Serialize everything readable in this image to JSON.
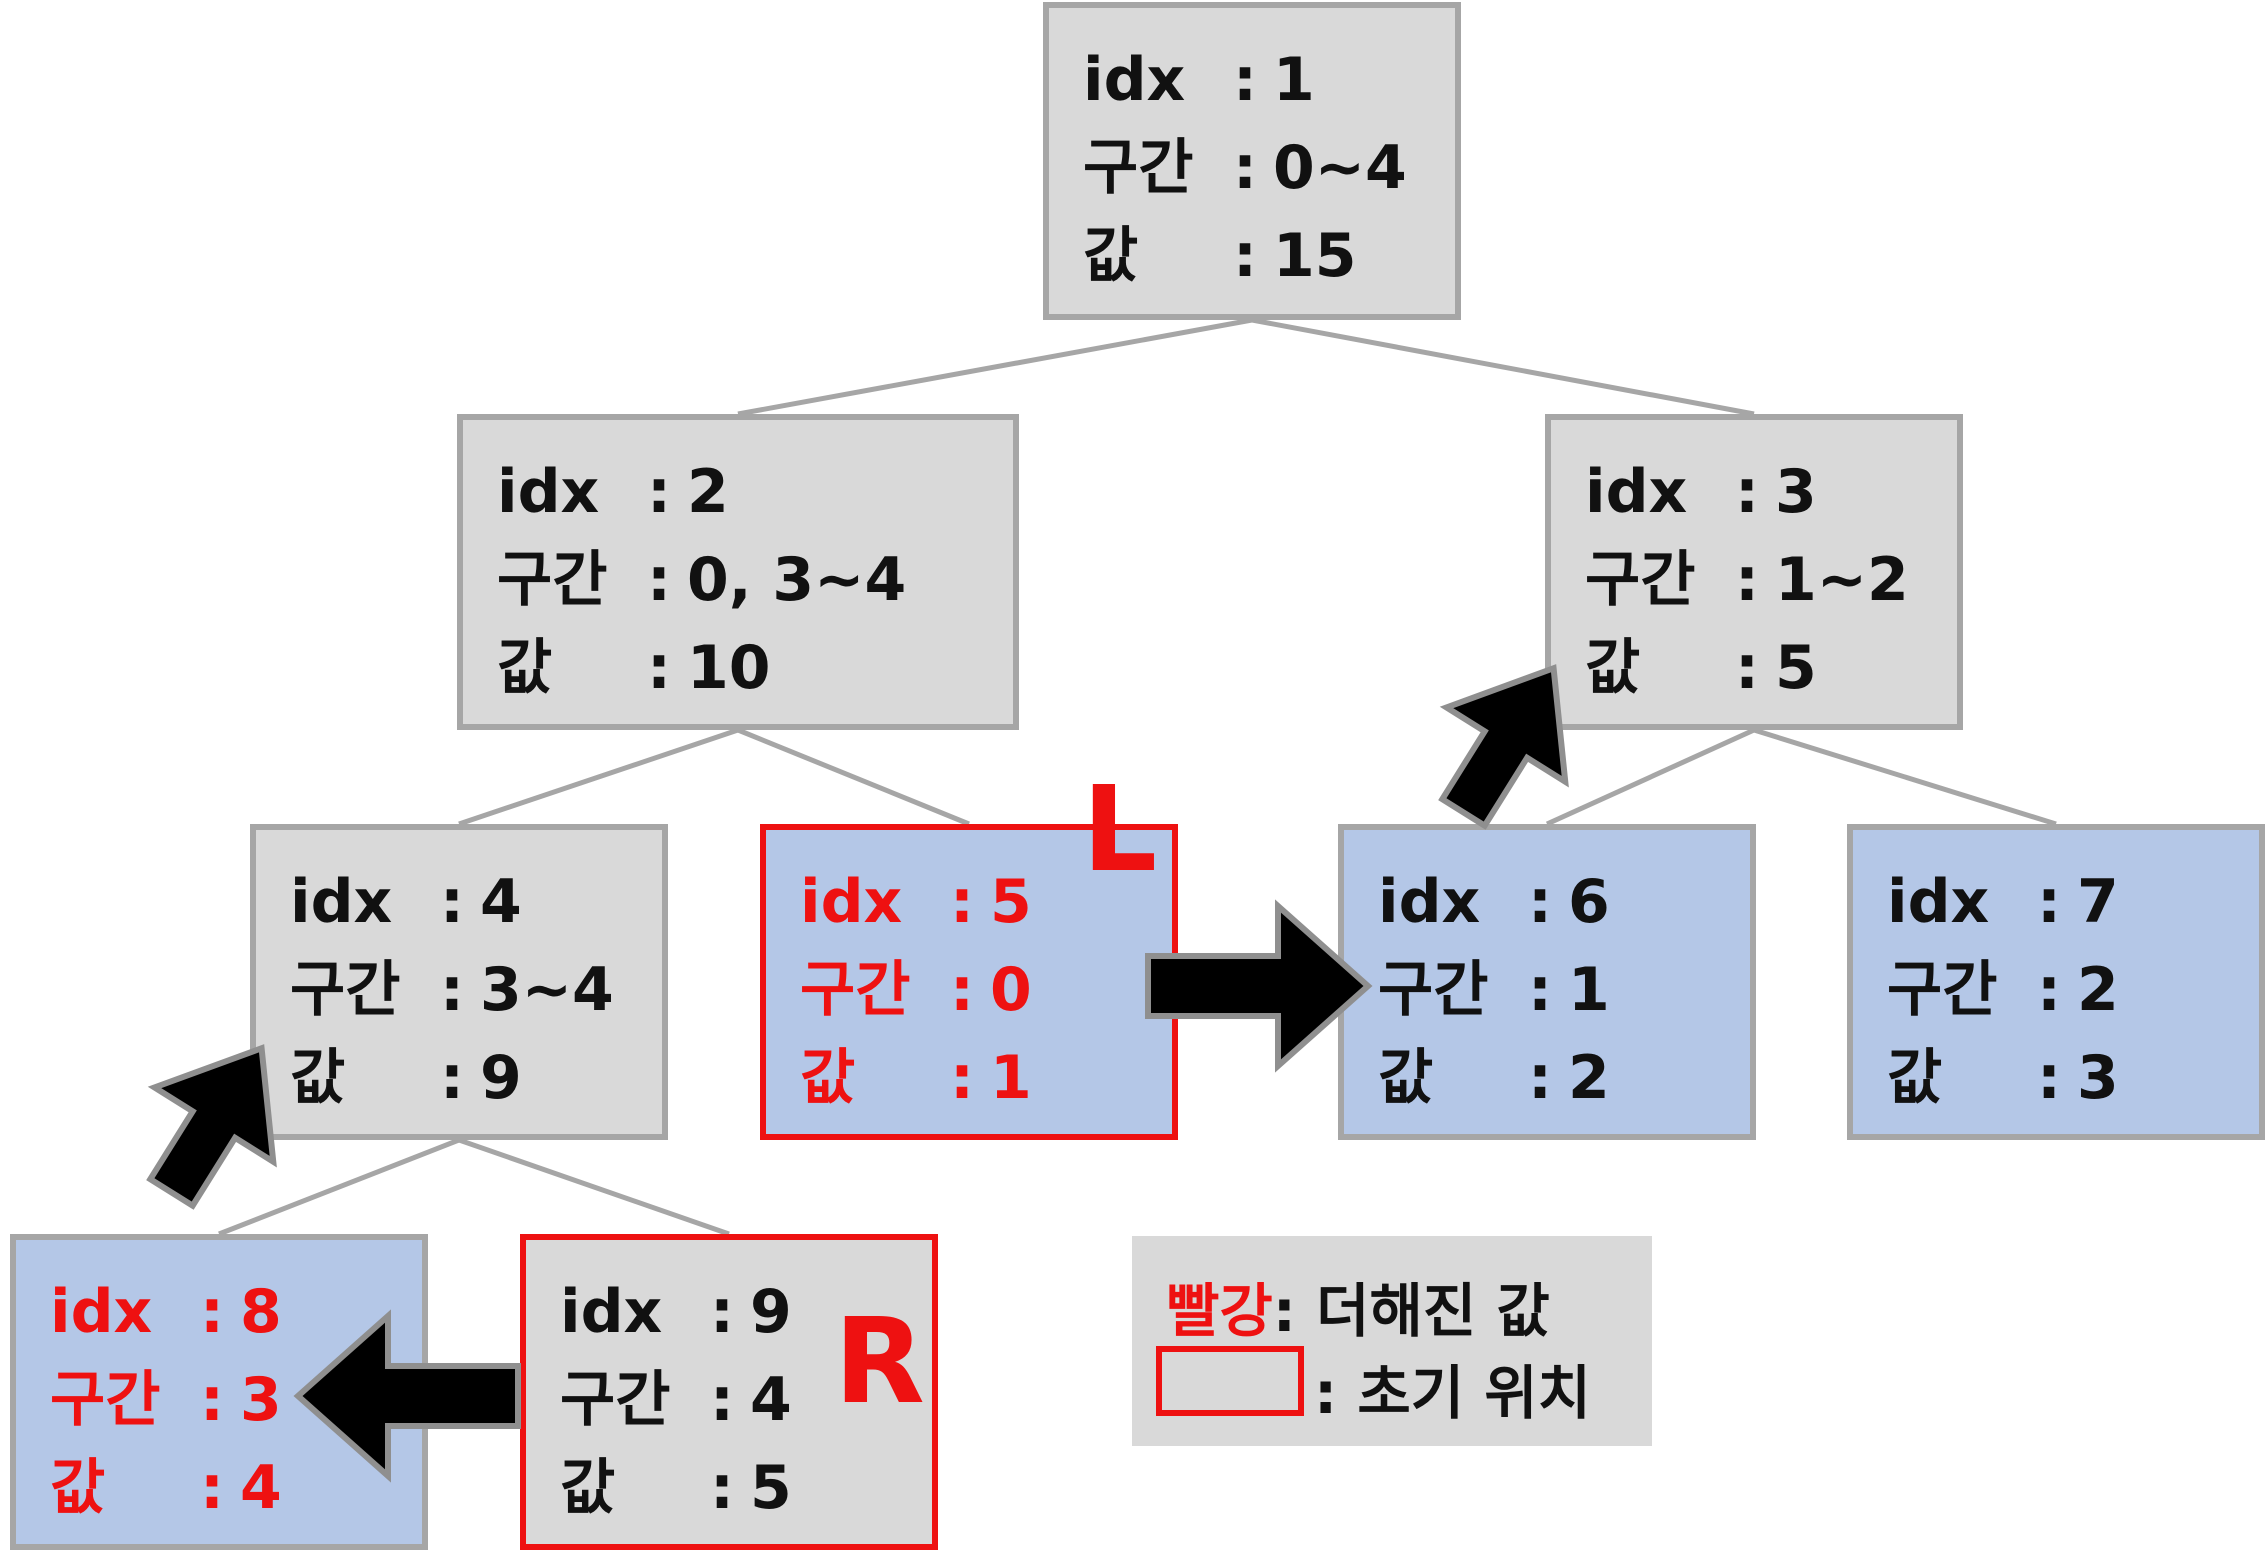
{
  "colors": {
    "gray_node": "#d9d9d9",
    "blue_node": "#b4c7e7",
    "border": "#a6a6a6",
    "red": "#ee1111",
    "arrow": "#000000"
  },
  "nodes": [
    {
      "idx_label": "idx",
      "idx": "1",
      "range_label": "구간",
      "range": "0~4",
      "value_label": "값",
      "value": "15",
      "style": "gray"
    },
    {
      "idx_label": "idx",
      "idx": "2",
      "range_label": "구간",
      "range": "0, 3~4",
      "value_label": "값",
      "value": "10",
      "style": "gray"
    },
    {
      "idx_label": "idx",
      "idx": "3",
      "range_label": "구간",
      "range": "1~2",
      "value_label": "값",
      "value": "5",
      "style": "gray"
    },
    {
      "idx_label": "idx",
      "idx": "4",
      "range_label": "구간",
      "range": "3~4",
      "value_label": "값",
      "value": "9",
      "style": "gray"
    },
    {
      "idx_label": "idx",
      "idx": "5",
      "range_label": "구간",
      "range": "0",
      "value_label": "값",
      "value": "1",
      "style": "blue",
      "added": true,
      "start": true
    },
    {
      "idx_label": "idx",
      "idx": "6",
      "range_label": "구간",
      "range": "1",
      "value_label": "값",
      "value": "2",
      "style": "blue"
    },
    {
      "idx_label": "idx",
      "idx": "7",
      "range_label": "구간",
      "range": "2",
      "value_label": "값",
      "value": "3",
      "style": "blue"
    },
    {
      "idx_label": "idx",
      "idx": "8",
      "range_label": "구간",
      "range": "3",
      "value_label": "값",
      "value": "4",
      "style": "blue",
      "added": true
    },
    {
      "idx_label": "idx",
      "idx": "9",
      "range_label": "구간",
      "range": "4",
      "value_label": "값",
      "value": "5",
      "style": "gray",
      "start": true
    }
  ],
  "edges": [
    [
      "1",
      "2"
    ],
    [
      "1",
      "3"
    ],
    [
      "2",
      "4"
    ],
    [
      "2",
      "5"
    ],
    [
      "3",
      "6"
    ],
    [
      "3",
      "7"
    ],
    [
      "4",
      "8"
    ],
    [
      "4",
      "9"
    ]
  ],
  "markers": {
    "left": "L",
    "right": "R"
  },
  "separator": ":",
  "legend": {
    "added_word": "빨강",
    "added_rest": ": 더해진 값",
    "start_rest": ": 초기 위치"
  }
}
